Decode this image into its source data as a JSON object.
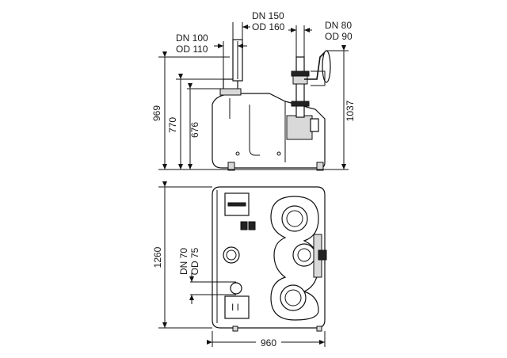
{
  "labels": {
    "dn100": "DN 100",
    "od110": "OD 110",
    "dn150": "DN 150",
    "od160": "OD 160",
    "dn80": "DN 80",
    "od90": "OD 90",
    "dn70": "DN 70",
    "od75": "OD 75"
  },
  "dimensions": {
    "h969": "969",
    "h770": "770",
    "h676": "676",
    "h1037": "1037",
    "h1260": "1260",
    "w960": "960"
  }
}
